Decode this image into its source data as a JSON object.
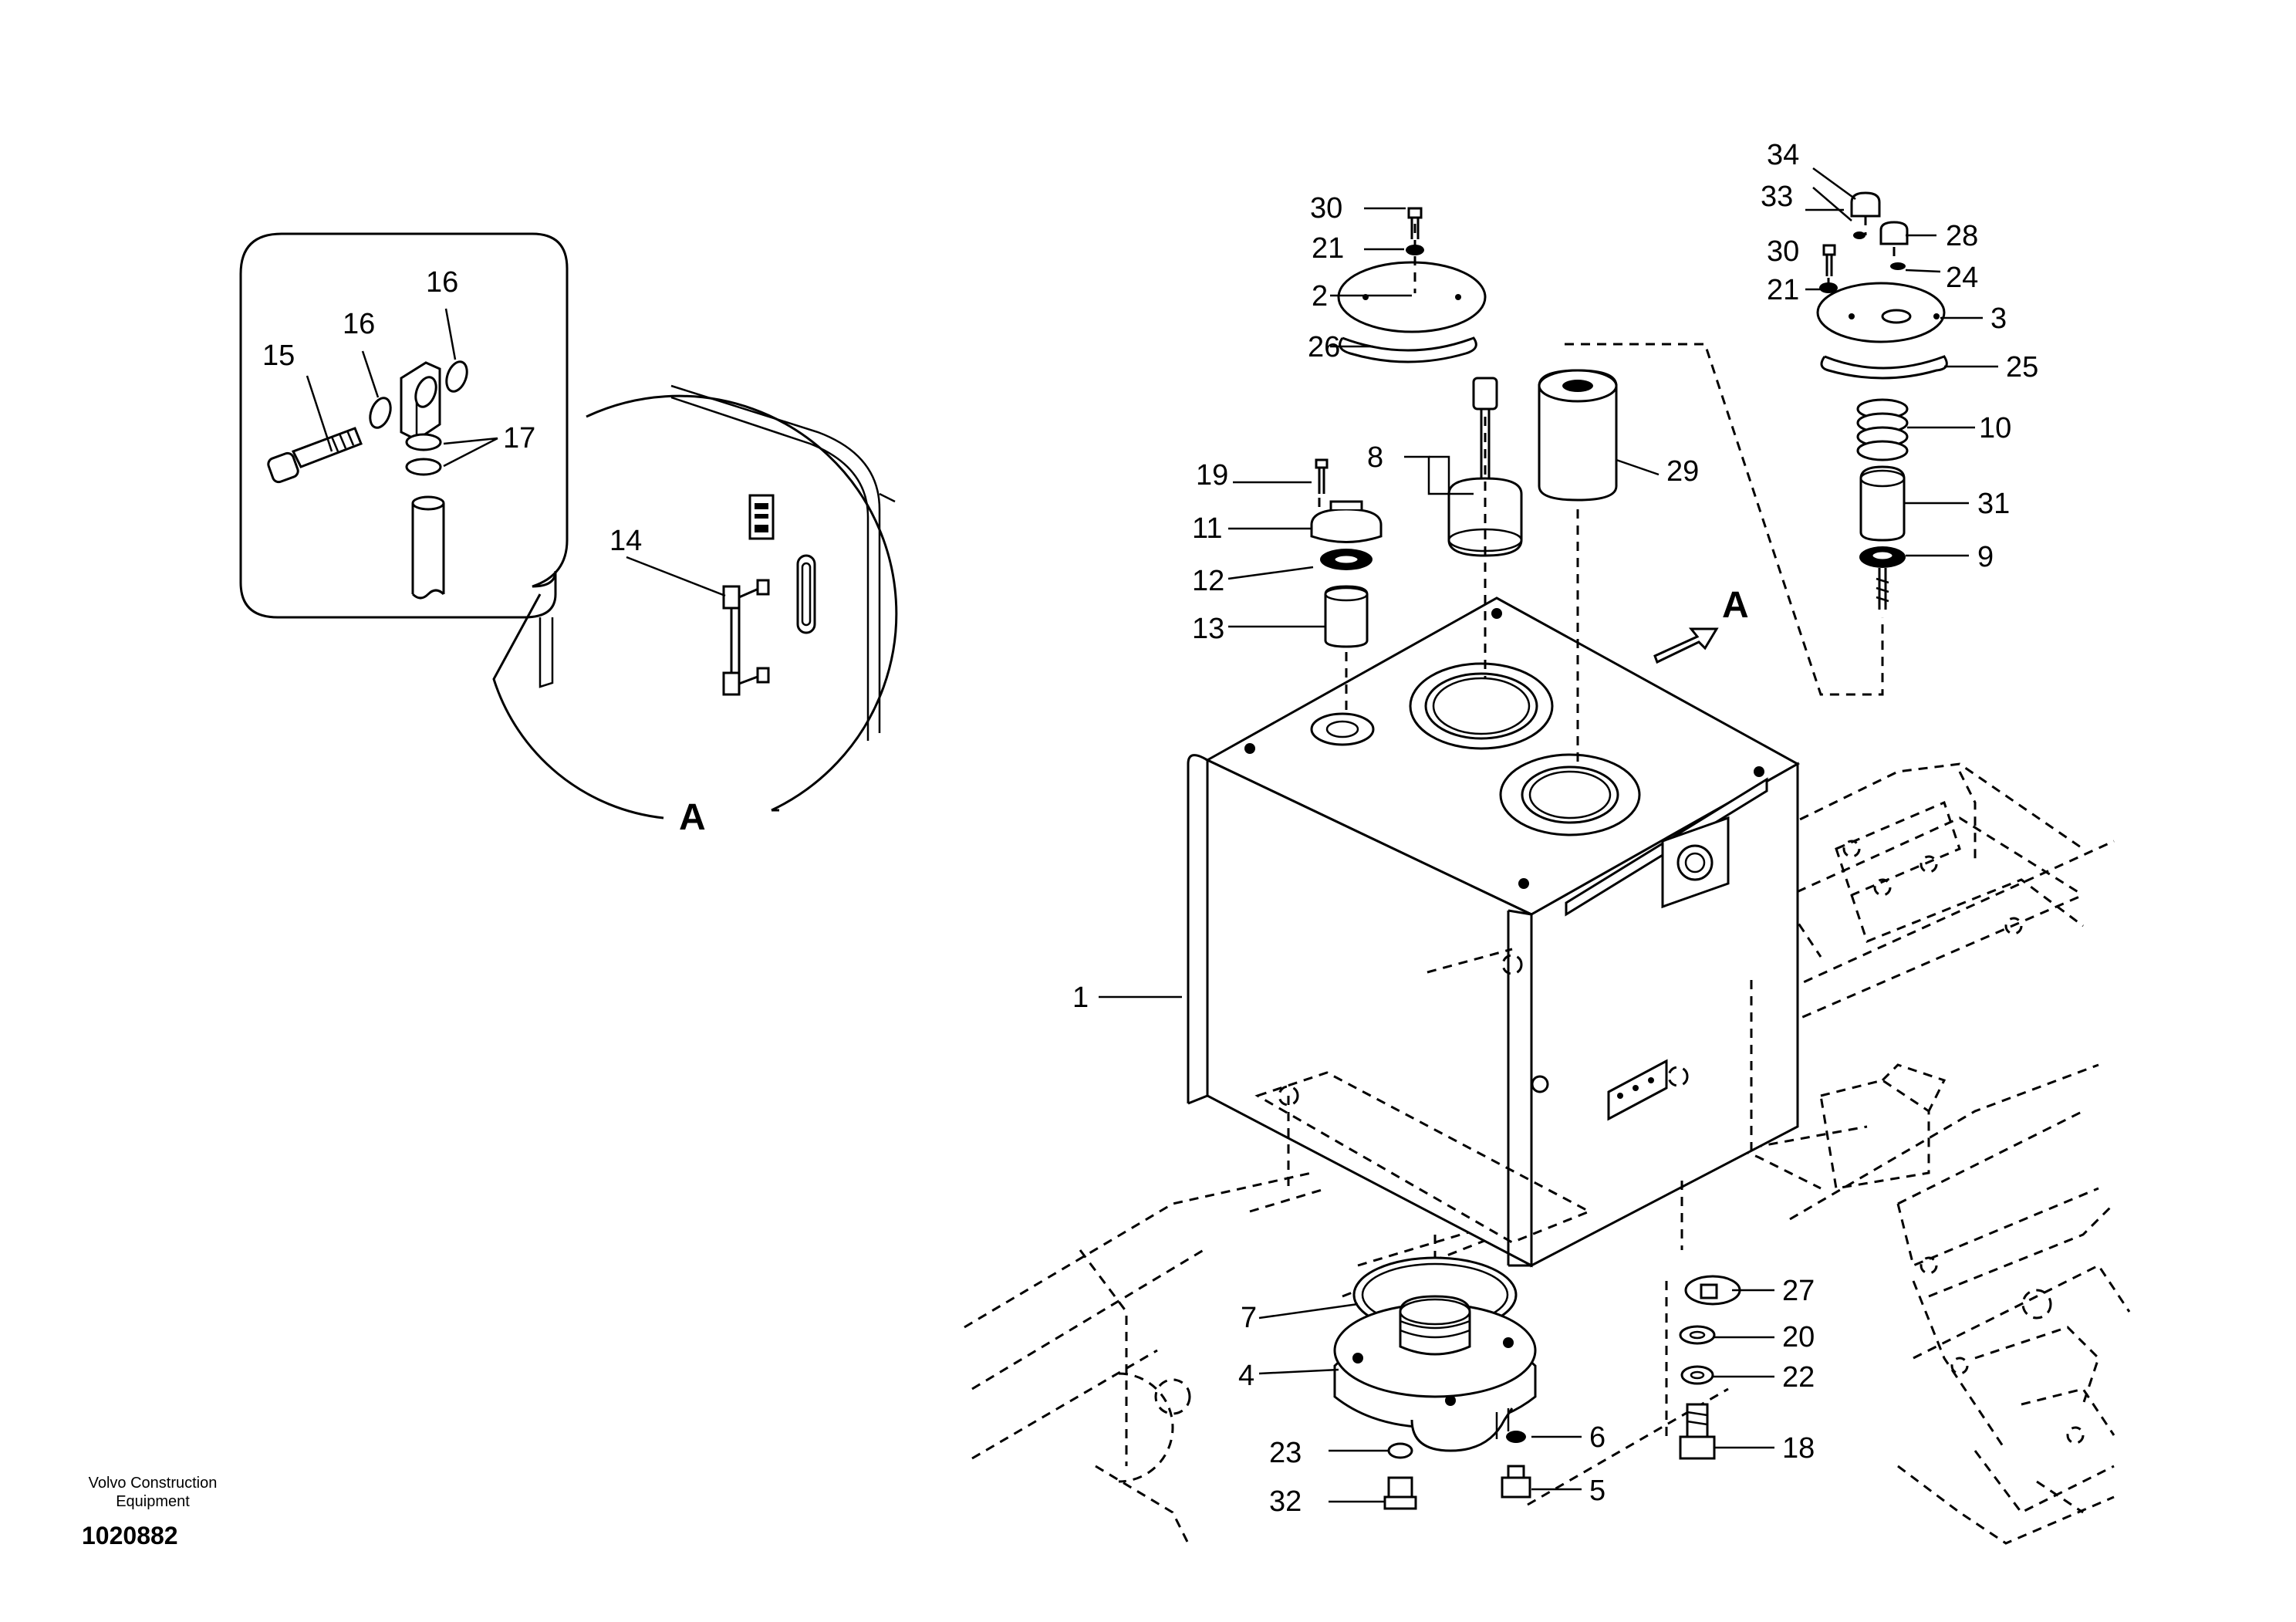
{
  "footer": {
    "company": "Volvo Construction Equipment",
    "document_number": "1020882"
  },
  "view_labels": {
    "arrow": "A",
    "detail": "A"
  },
  "callouts": {
    "c1": "1",
    "c2": "2",
    "c3": "3",
    "c4": "4",
    "c5": "5",
    "c6": "6",
    "c7": "7",
    "c8": "8",
    "c9": "9",
    "c10": "10",
    "c11": "11",
    "c12": "12",
    "c13": "13",
    "c14": "14",
    "c15": "15",
    "c16a": "16",
    "c16b": "16",
    "c17": "17",
    "c18": "18",
    "c19": "19",
    "c20": "20",
    "c21a": "21",
    "c21b": "21",
    "c22": "22",
    "c23": "23",
    "c24": "24",
    "c25": "25",
    "c26": "26",
    "c27": "27",
    "c28": "28",
    "c29": "29",
    "c30a": "30",
    "c30b": "30",
    "c31": "31",
    "c32": "32",
    "c33": "33",
    "c34": "34"
  }
}
